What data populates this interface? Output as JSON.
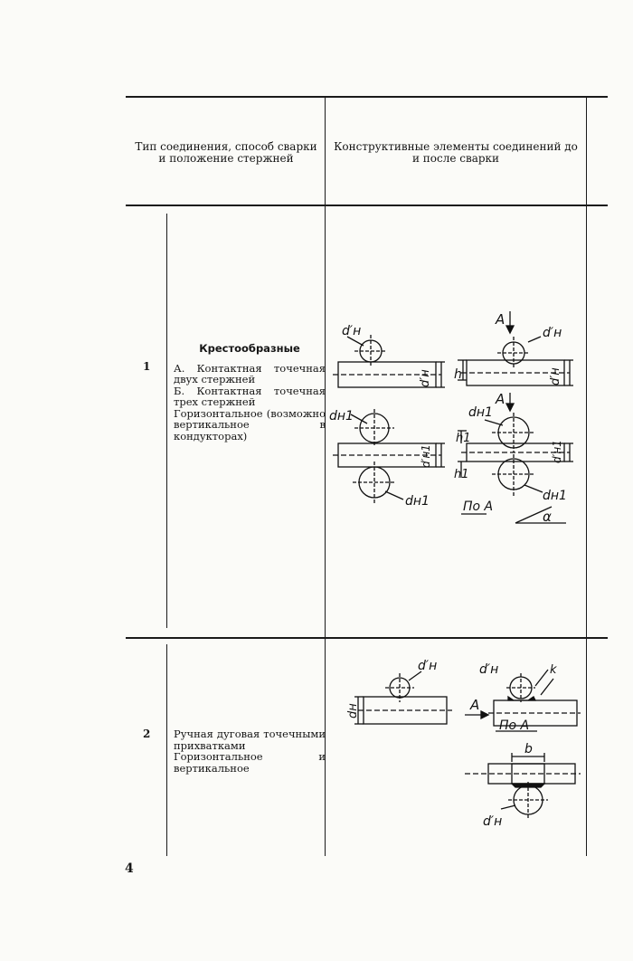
{
  "header": {
    "col_type": "Тип соединения, способ сварки и положение стержней",
    "col_elements": "Конструктивные элементы соединений до и после сварки"
  },
  "rows": [
    {
      "number": "1",
      "title": "Крестообразные",
      "lines": [
        "А. Контактная точечная двух стержней",
        "Б. Контактная точечная трех стержней",
        "Горизонтальное (возможно вертикальное в кондукторах)"
      ]
    },
    {
      "number": "2",
      "title": "",
      "lines": [
        "Ручная дуговая точечными прихватками",
        "Горизонтальное и вертикальное"
      ]
    }
  ],
  "drawing_labels": {
    "dn": "dн",
    "dn_prime": "d′н",
    "dn1": "dн1",
    "dn_prime_vertical": "d′н",
    "dn1_vertical": "d′н1",
    "h": "h",
    "h1": "h1",
    "a": "A",
    "section_a": "По А",
    "alpha": "α",
    "k": "k",
    "b": "b"
  },
  "page_number": "4"
}
